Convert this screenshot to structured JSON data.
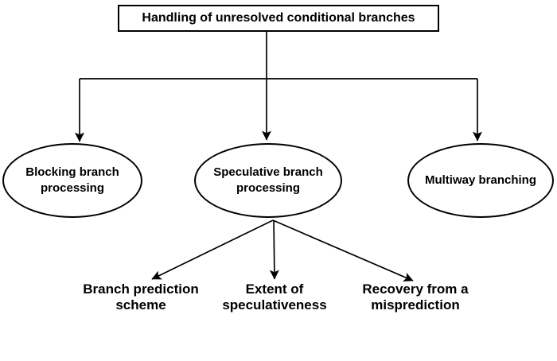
{
  "colors": {
    "stroke": "#000000",
    "text": "#000000",
    "background": "#ffffff"
  },
  "diagram": {
    "title": "Handling of unresolved conditional branches",
    "root": {
      "label": "Handling of unresolved conditional branches"
    },
    "branches": [
      {
        "id": "blocking-branch-processing",
        "label": "Blocking branch\nprocessing"
      },
      {
        "id": "speculative-branch-processing",
        "label": "Speculative branch\nprocessing"
      },
      {
        "id": "multiway-branching",
        "label": "Multiway branching"
      }
    ],
    "speculative_children": [
      {
        "id": "branch-prediction-scheme",
        "label": "Branch prediction\nscheme"
      },
      {
        "id": "extent-of-speculativeness",
        "label": "Extent of\nspeculativeness"
      },
      {
        "id": "recovery-from-misprediction",
        "label": "Recovery from a\nmisprediction"
      }
    ]
  }
}
